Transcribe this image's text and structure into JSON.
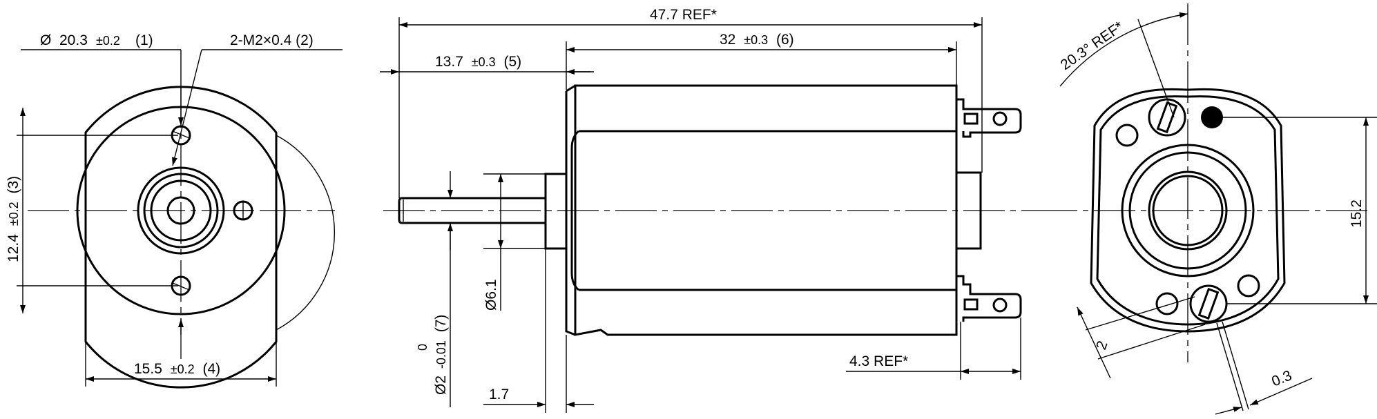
{
  "colors": {
    "line": "#000000",
    "background": "#ffffff"
  },
  "front_view": {
    "diameter_symbol": "Ø",
    "dim1_value": "20.3",
    "dim1_tol": "±0.2",
    "dim1_ref": "(1)",
    "dim2_label": "2-M2×0.4 (2)",
    "dim3_value": "12.4",
    "dim3_tol": "±0.2",
    "dim3_ref": "(3)",
    "dim4_value": "15.5",
    "dim4_tol": "±0.2",
    "dim4_ref": "(4)"
  },
  "side_view": {
    "overall_length": "47.7 REF*",
    "dim5_value": "13.7",
    "dim5_tol": "±0.3",
    "dim5_ref": "(5)",
    "dim6_value": "32",
    "dim6_tol": "±0.3",
    "dim6_ref": "(6)",
    "boss_diameter": "Ø6.1",
    "shaft_diameter": "Ø2",
    "shaft_tol_upper": "0",
    "shaft_tol_lower": "-0.01",
    "shaft_ref": "(7)",
    "boss_length": "1.7",
    "terminal_length": "4.3 REF*"
  },
  "rear_view": {
    "angle": "20.3° REF*",
    "terminal_spacing": "15.2",
    "terminal_width": "2",
    "terminal_thickness": "0.3"
  }
}
